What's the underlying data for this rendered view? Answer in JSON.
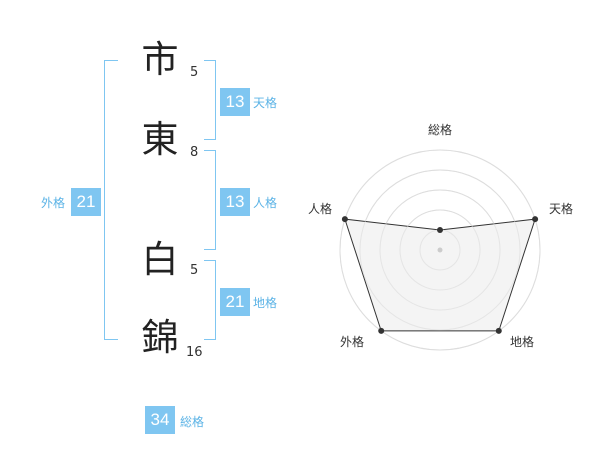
{
  "name_chars": [
    {
      "char": "市",
      "strokes": "5"
    },
    {
      "char": "東",
      "strokes": "8"
    },
    {
      "char": "白",
      "strokes": "5"
    },
    {
      "char": "錦",
      "strokes": "16"
    }
  ],
  "fortune": {
    "tenkaku": {
      "value": "13",
      "label": "天格"
    },
    "jinkaku": {
      "value": "13",
      "label": "人格"
    },
    "chikaku": {
      "value": "21",
      "label": "地格"
    },
    "gaikaku": {
      "value": "21",
      "label": "外格"
    },
    "soukaku": {
      "value": "34",
      "label": "総格"
    }
  },
  "colors": {
    "accent": "#7fc6f1",
    "accent_text": "#5bb3e6",
    "radar_fill": "#f2f2f2",
    "radar_line": "#333333",
    "grid": "#dddddd"
  },
  "chart_data": {
    "type": "radar",
    "axes": [
      "総格",
      "天格",
      "地格",
      "外格",
      "人格"
    ],
    "values": [
      0.2,
      1.0,
      1.0,
      1.0,
      1.0
    ],
    "range": [
      0,
      1
    ],
    "rings": 5
  }
}
